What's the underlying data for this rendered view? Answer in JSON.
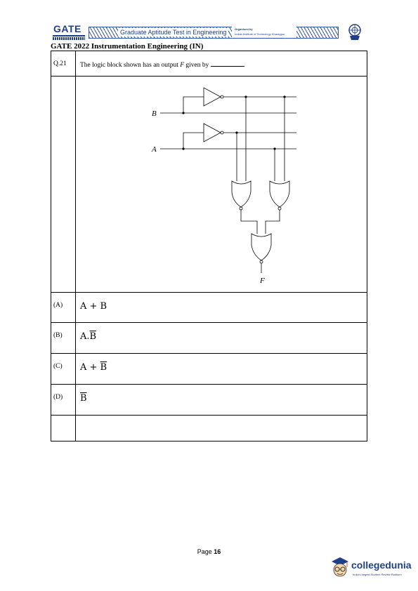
{
  "banner": {
    "logo": "GATE",
    "title": "Graduate Aptitude Test in Engineering",
    "organized_by": "Organised by",
    "organizer": "Indian Institute of Technology Kharagpur",
    "emblem_icon": "iit-kharagpur-emblem-icon"
  },
  "page_header": "GATE 2022 Instrumentation Engineering (IN)",
  "question": {
    "number": "Q.21",
    "text_before": "The logic block shown has an output",
    "variable": "F",
    "text_after": "given by",
    "diagram": {
      "input_b": "B",
      "input_a": "A",
      "output": "F"
    }
  },
  "options": [
    {
      "label": "(A)",
      "text": "A + B",
      "overbar": ""
    },
    {
      "label": "(B)",
      "text": "A.",
      "overbar": "B"
    },
    {
      "label": "(C)",
      "text": "A + ",
      "overbar": "B"
    },
    {
      "label": "(D)",
      "text": "",
      "overbar": "B"
    }
  ],
  "footer": {
    "page_label": "Page",
    "page_number": "16",
    "brand": "collegedunia",
    "tagline": "India's largest Student Review Platform"
  },
  "colors": {
    "gate_blue": "#1f3f86",
    "stripe_blue": "#2f55a4",
    "cd_orange": "#e8702a"
  }
}
